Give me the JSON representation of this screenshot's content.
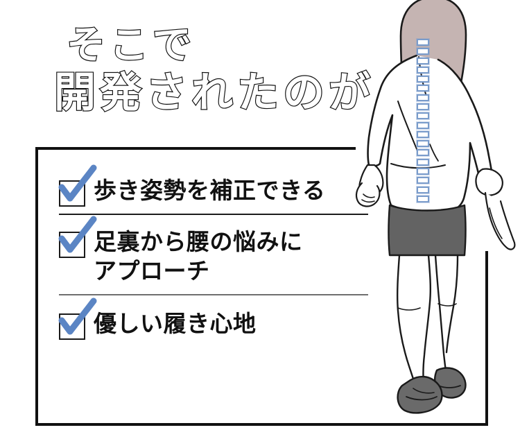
{
  "headline": {
    "line1": "そこで",
    "line2": "開発されたのが"
  },
  "checklist": {
    "items": [
      {
        "label": "歩き姿勢を補正できる",
        "checkbox_state": "checked"
      },
      {
        "label": "足裏から腰の悩みに\nアプローチ",
        "checkbox_state": "checked"
      },
      {
        "label": "優しい履き心地",
        "checkbox_state": "checked"
      }
    ]
  },
  "illustration": {
    "subject": "woman-walking-rear-view",
    "overlay": "spine-vertebrae-highlight",
    "vertebra_count": 18
  },
  "colors": {
    "accent_blue": "#5b85c4",
    "spine_outline": "#7a9ccb",
    "skirt_gray": "#636363",
    "hair_mauve": "#c5b4b2",
    "shoe_gray": "#6a6a6a",
    "frame_black": "#111111",
    "divider_gray": "#6e6e6e",
    "background": "#ffffff"
  }
}
